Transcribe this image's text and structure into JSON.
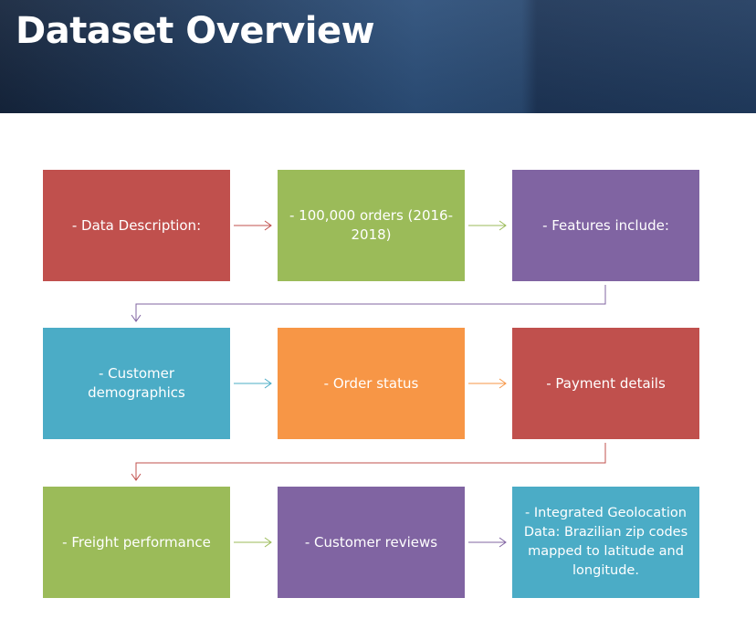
{
  "slide": {
    "title": "Dataset Overview"
  },
  "flow": {
    "steps": [
      {
        "label": "- Data Description:",
        "color": "#c0504d"
      },
      {
        "label": "- 100,000 orders (2016-2018)",
        "color": "#9bbb59"
      },
      {
        "label": "- Features include:",
        "color": "#8064a2"
      },
      {
        "label": "- Customer demographics",
        "color": "#4bacc6"
      },
      {
        "label": "- Order status",
        "color": "#f79646"
      },
      {
        "label": "- Payment details",
        "color": "#c0504d"
      },
      {
        "label": "- Freight performance",
        "color": "#9bbb59"
      },
      {
        "label": "- Customer reviews",
        "color": "#8064a2"
      },
      {
        "label": "- Integrated Geolocation Data: Brazilian zip codes mapped to latitude and longitude.",
        "color": "#4bacc6"
      }
    ]
  }
}
